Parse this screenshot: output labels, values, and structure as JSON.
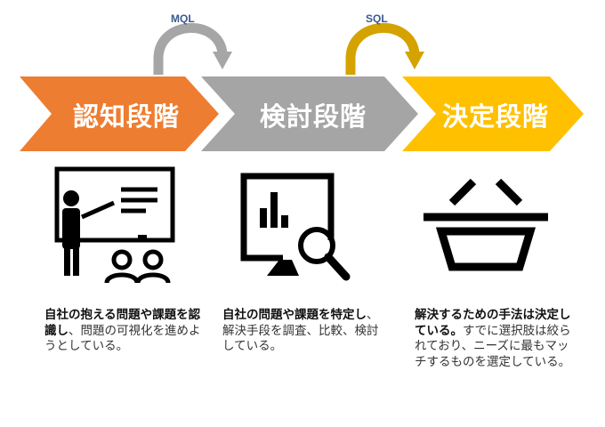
{
  "connectors": [
    {
      "label": "MQL",
      "color": "#a6a6a6"
    },
    {
      "label": "SQL",
      "color": "#d4a300"
    }
  ],
  "stages": [
    {
      "label": "認知段階",
      "color": "#ed7d31",
      "icon": "teacher-presentation-icon",
      "desc_bold": "自社の抱える問題や課題を認識し",
      "desc_normal": "、問題の可視化を進めようとしている。"
    },
    {
      "label": "検討段階",
      "color": "#a5a5a5",
      "icon": "analysis-monitor-icon",
      "desc_bold": "自社の問題や課題を特定し",
      "desc_normal": "、解決手段を調査、比較、検討している。"
    },
    {
      "label": "決定段階",
      "color": "#ffc000",
      "icon": "shopping-basket-icon",
      "desc_bold": "解決するための手法は決定している。",
      "desc_normal": "すでに選択肢は絞られており、ニーズに最もマッチするものを選定している。"
    }
  ]
}
